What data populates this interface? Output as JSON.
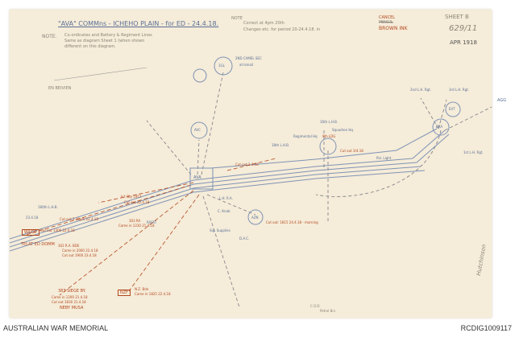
{
  "header": {
    "title": "\"AVA\" COMMns - ICHEHO PLAIN - for ED - 24.4.18.",
    "note_label": "NOTE.",
    "note_text_1": "Co-ordinates and Battery & Regiment Lines",
    "note_text_2": "Same as diagram Sheet 1 (when shown",
    "note_text_3": "different on this diagram.",
    "right_note_label": "NOTE",
    "right_note_1": "Correct at 4pm 20th",
    "right_note_2": "Changes etc. for period 20-24.4.18. in",
    "ink_crossed": "PENCIL",
    "ink_label": "BROWN INK",
    "ink_above": "CANCEL",
    "sheet_label": "SHEET B",
    "folio": "629/11",
    "stamp_date": "APR 1918"
  },
  "labels": {
    "en_beivien": "EN BEIVIEN",
    "main_hq": "AVA",
    "node_avc": "AVC",
    "node_hq2": "1GL",
    "node_canal": "2ND CAMEL SEC",
    "node_canal_sub": "at Ismail",
    "node_right": "BRA",
    "node_right2": "EVT",
    "node_center": "9th LDG",
    "node_mid": "AZN",
    "right_arrow": "AGG",
    "rgt_1": "2nd L.H. Rgt.",
    "rgt_2": "3rd L.H. Rgt.",
    "rgt_3": "1st L.H. Rgt.",
    "lhb": "16th L.H.B.",
    "reg_hq": "Regimental Hq",
    "sq_hq": "Squadron Hq",
    "bde": "18th L.H.B.",
    "pal_light": "Pal. Light",
    "cut_out_1": "Cut out 2.4.18",
    "cut_out_2": "Cut out 3/4.18",
    "came_in": "Came in 1230 21.4.18",
    "cut_right": "Cut out: 1815 24.4.18 - morning",
    "lh_ra": "L.H. R.A.",
    "ca_knab": "C. Knab",
    "sig_supplies": "Sig. Supplies",
    "dac": "D.A.C.",
    "left_bde": "180th L.H.B.",
    "left_sub": "23.4.18",
    "left_wire": "Cut out 2.30pm 22.4.18",
    "wdp": "W&DP",
    "wdp_note": "Cut out 1300 22.4.18",
    "tel_ed": "TELAT ED DOMM",
    "ra_302": "302 R.A. BDE",
    "ra_302_in": "Came in 2000 22.4.18",
    "ra_302_out": "Cut out 1900 23.4.18",
    "ra_303": "303 RA",
    "ra_303_note": "Came in 1230 21.4.18",
    "inf_bty": "Inf. Bty 1957",
    "inf_bty_note": "Cut out 22.4.18",
    "rafat": "RAFAT",
    "s383": "383 SIEGE BY.",
    "s383_in": "Came in 1200 21.4.18",
    "s383_out": "Cut out 1830 21.4.18",
    "nebi": "NEBY MUSA",
    "nzf": "NZF",
    "nzf_bde": "N.Z. Bde",
    "nzf_note": "Came in 1825 22.4.18",
    "cod": "C.O.D.",
    "cod_sub": "Petrol Brs",
    "signature": "Hutchinson"
  },
  "footer": {
    "left": "AUSTRALIAN WAR MEMORIAL",
    "right": "RCDIG1009117"
  },
  "colors": {
    "paper": "#f5ecd9",
    "blue_ink": "#5a6f96",
    "brown_ink": "#b3481f"
  }
}
